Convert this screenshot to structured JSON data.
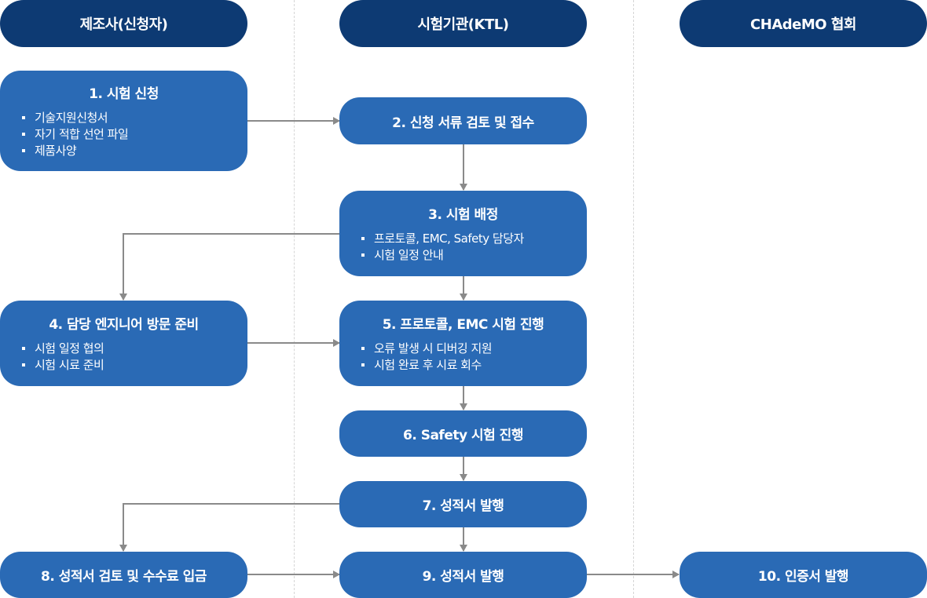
{
  "colors": {
    "header": "#0d3a73",
    "step": "#2a6ab5",
    "connector": "#8a8a8a",
    "divider": "#d6d6d6"
  },
  "lanes": [
    {
      "label": "제조사(신청자)"
    },
    {
      "label": "시험기관(KTL)"
    },
    {
      "label": "CHAdeMO 협회"
    }
  ],
  "steps": {
    "s1": {
      "title": "1. 시험 신청",
      "items": [
        "기술지원신청서",
        "자기 적합 선언 파일",
        "제품사양"
      ]
    },
    "s2": {
      "title": "2. 신청 서류 검토 및 접수"
    },
    "s3": {
      "title": "3. 시험 배정",
      "items": [
        "프로토콜, EMC, Safety 담당자",
        "시험 일정 안내"
      ]
    },
    "s4": {
      "title": "4. 담당 엔지니어 방문 준비",
      "items": [
        "시험 일정 협의",
        "시험 시료 준비"
      ]
    },
    "s5": {
      "title": "5. 프로토콜, EMC 시험 진행",
      "items": [
        "오류 발생 시 디버깅 지원",
        "시험 완료 후 시료 회수"
      ]
    },
    "s6": {
      "title": "6. Safety 시험 진행"
    },
    "s7": {
      "title": "7. 성적서 발행"
    },
    "s8": {
      "title": "8. 성적서 검토 및 수수료 입금"
    },
    "s9": {
      "title": "9. 성적서 발행"
    },
    "s10": {
      "title": "10. 인증서 발행"
    }
  }
}
